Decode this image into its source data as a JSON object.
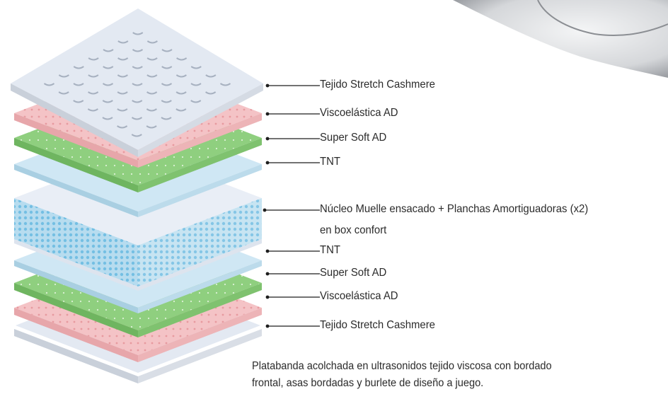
{
  "layers": [
    {
      "id": "top-cover",
      "label": "Tejido Stretch Cashmere"
    },
    {
      "id": "top-memory",
      "label": "Viscoelástica AD"
    },
    {
      "id": "top-supersoft",
      "label": "Super Soft AD"
    },
    {
      "id": "top-tnt",
      "label": "TNT"
    },
    {
      "id": "core",
      "label": "Núcleo Muelle ensacado + Planchas Amortiguadoras (x2)",
      "label_line2": "en box confort"
    },
    {
      "id": "bottom-tnt",
      "label": "TNT"
    },
    {
      "id": "bottom-supersoft",
      "label": "Super Soft AD"
    },
    {
      "id": "bottom-memory",
      "label": "Viscoelástica AD"
    },
    {
      "id": "bottom-cover",
      "label": "Tejido Stretch Cashmere"
    }
  ],
  "footnote": {
    "line1": "Platabanda acolchada en ultrasonidos tejido viscosa con bordado",
    "line2": "frontal, asas bordadas y burlete de diseño a juego."
  },
  "colors": {
    "cover": "#e3e9f2",
    "memory": "#f4c3c6",
    "supersoft": "#8fcf7f",
    "tnt": "#cfe7f4",
    "core": "#b7dcef",
    "pointer": "#1e1e1e"
  }
}
